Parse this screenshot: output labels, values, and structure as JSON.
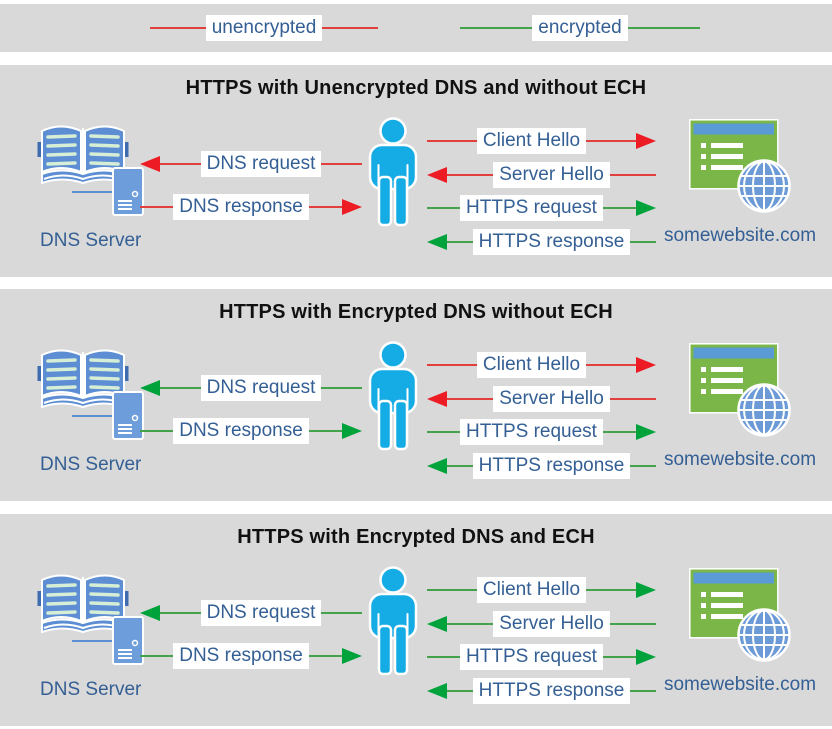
{
  "colors": {
    "page_bg": "#ffffff",
    "panel_bg": "#d9d9d9",
    "title_text": "#111111",
    "label_text": "#345f94",
    "label_bg": "#ffffff",
    "unencrypted_line": "#e2403c",
    "unencrypted_head": "#ed1c24",
    "encrypted_line": "#44a24a",
    "encrypted_head": "#00a23c",
    "person": "#15ace6",
    "book_fill": "#5d8ed3",
    "book_tab": "#3e6cae",
    "book_lines": "#d5eed5",
    "server_fill": "#6d9ddb",
    "window_green": "#7ab648",
    "titlebar_blue": "#5b9bd5",
    "globe_blue": "#6b9ad6",
    "icon_outline": "#ffffff"
  },
  "legend": {
    "items": [
      {
        "label": "unencrypted",
        "encryption": "unencrypted"
      },
      {
        "label": "encrypted",
        "encryption": "encrypted"
      }
    ]
  },
  "panels": [
    {
      "title": "HTTPS with Unencrypted DNS and without ECH",
      "dns_label": "DNS Server",
      "site_label": "somewebsite.com",
      "dns_arrows": [
        {
          "label": "DNS request",
          "direction": "left",
          "encryption": "unencrypted"
        },
        {
          "label": "DNS response",
          "direction": "right",
          "encryption": "unencrypted"
        }
      ],
      "https_arrows": [
        {
          "label": "Client Hello",
          "direction": "right",
          "encryption": "unencrypted"
        },
        {
          "label": "Server Hello",
          "direction": "left",
          "encryption": "unencrypted"
        },
        {
          "label": "HTTPS request",
          "direction": "right",
          "encryption": "encrypted"
        },
        {
          "label": "HTTPS response",
          "direction": "left",
          "encryption": "encrypted"
        }
      ]
    },
    {
      "title": "HTTPS with Encrypted DNS without ECH",
      "dns_label": "DNS Server",
      "site_label": "somewebsite.com",
      "dns_arrows": [
        {
          "label": "DNS request",
          "direction": "left",
          "encryption": "encrypted"
        },
        {
          "label": "DNS response",
          "direction": "right",
          "encryption": "encrypted"
        }
      ],
      "https_arrows": [
        {
          "label": "Client Hello",
          "direction": "right",
          "encryption": "unencrypted"
        },
        {
          "label": "Server Hello",
          "direction": "left",
          "encryption": "unencrypted"
        },
        {
          "label": "HTTPS request",
          "direction": "right",
          "encryption": "encrypted"
        },
        {
          "label": "HTTPS response",
          "direction": "left",
          "encryption": "encrypted"
        }
      ]
    },
    {
      "title": "HTTPS with Encrypted DNS and ECH",
      "dns_label": "DNS Server",
      "site_label": "somewebsite.com",
      "dns_arrows": [
        {
          "label": "DNS request",
          "direction": "left",
          "encryption": "encrypted"
        },
        {
          "label": "DNS response",
          "direction": "right",
          "encryption": "encrypted"
        }
      ],
      "https_arrows": [
        {
          "label": "Client Hello",
          "direction": "right",
          "encryption": "encrypted"
        },
        {
          "label": "Server Hello",
          "direction": "left",
          "encryption": "encrypted"
        },
        {
          "label": "HTTPS request",
          "direction": "right",
          "encryption": "encrypted"
        },
        {
          "label": "HTTPS response",
          "direction": "left",
          "encryption": "encrypted"
        }
      ]
    }
  ]
}
